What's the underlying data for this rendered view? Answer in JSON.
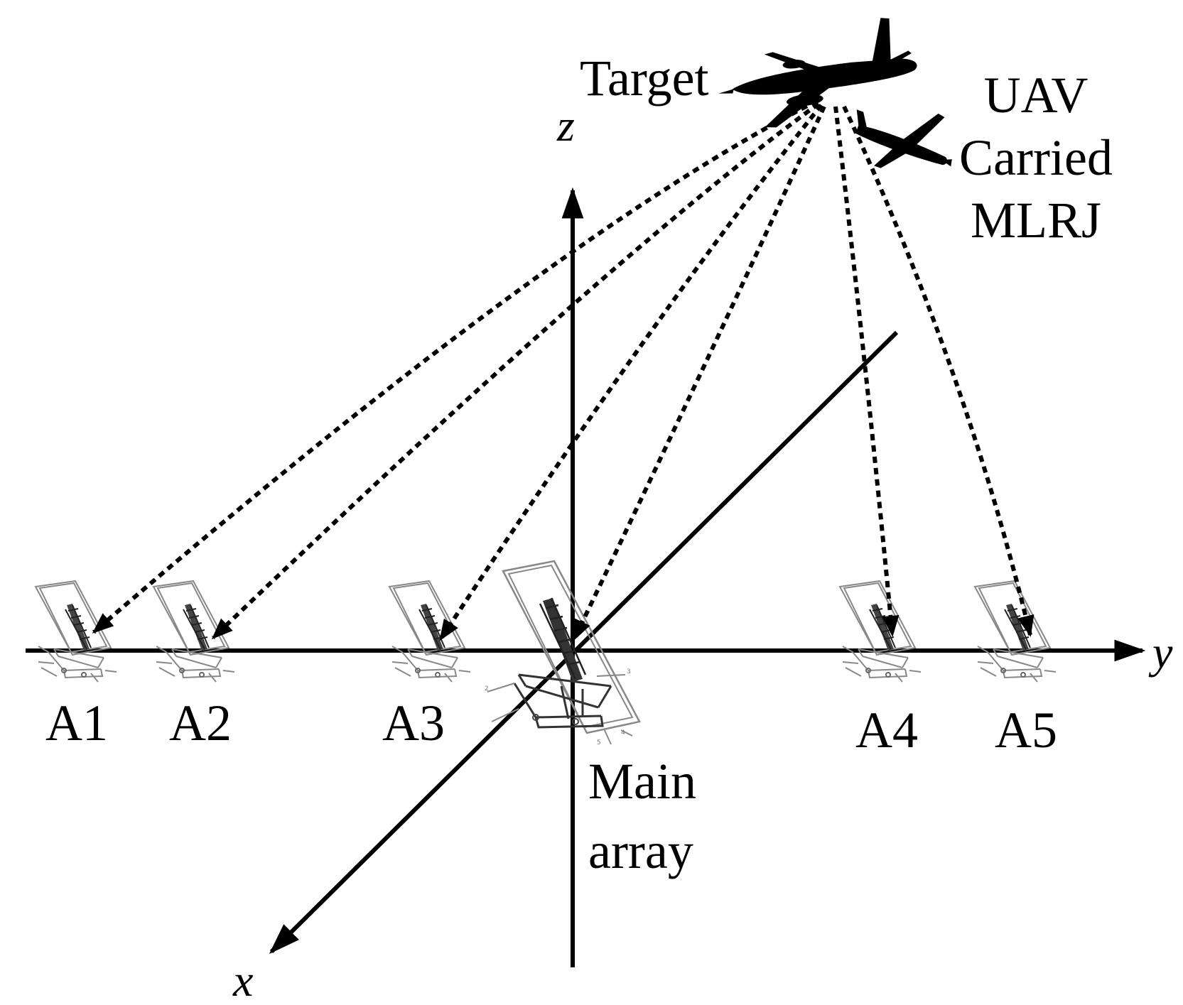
{
  "labels": {
    "target": "Target",
    "uav_line1": "UAV",
    "uav_line2": "Carried",
    "uav_line3": "MLRJ",
    "axis_z": "z",
    "axis_y": "y",
    "axis_x": "x",
    "main_line1": "Main",
    "main_line2": "array",
    "a1": "A1",
    "a2": "A2",
    "a3": "A3",
    "a4": "A4",
    "a5": "A5",
    "part_2": "2",
    "part_3": "3",
    "part_4": "4",
    "part_5": "5"
  },
  "icons": {
    "target": "airliner-silhouette-icon",
    "uav": "small-aircraft-silhouette-icon",
    "antenna": "antenna-array-sketch-icon"
  },
  "colors": {
    "foreground": "#000000",
    "background": "#ffffff",
    "sketch": "#888888"
  }
}
